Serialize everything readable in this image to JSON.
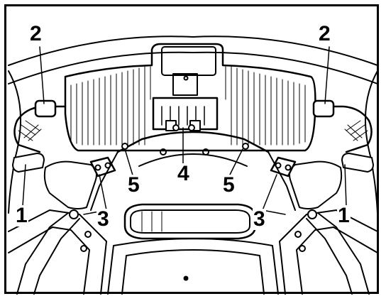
{
  "callouts": {
    "label_1": "1",
    "label_2": "2",
    "label_3": "3",
    "label_4": "4",
    "label_5": "5"
  },
  "colors": {
    "ink": "#000000",
    "paper": "#ffffff"
  }
}
